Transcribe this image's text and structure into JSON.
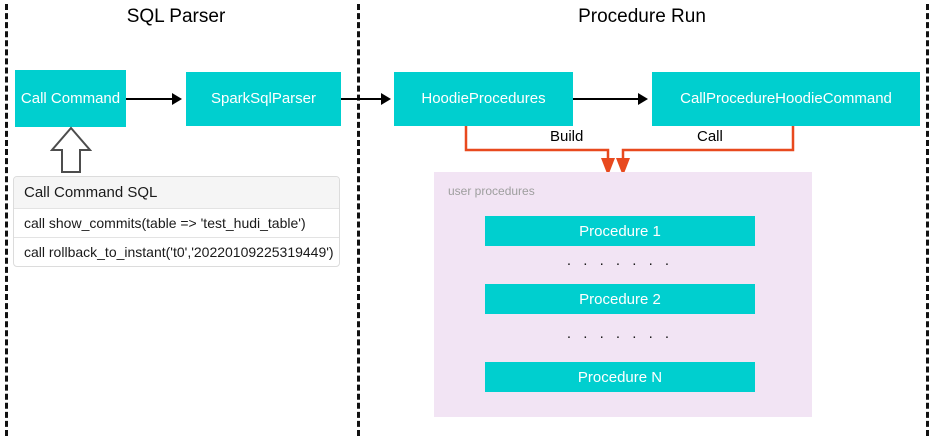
{
  "diagram": {
    "title_left": "SQL Parser",
    "title_right": "Procedure Run"
  },
  "sql_parser": {
    "nodes": {
      "call_command": "Call Command",
      "spark_sql_parser": "SparkSqlParser"
    },
    "sql_table": {
      "header": "Call Command SQL",
      "rows": [
        "call show_commits(table => 'test_hudi_table')",
        "call rollback_to_instant('t0','20220109225319449')"
      ]
    }
  },
  "procedure_run": {
    "nodes": {
      "hoodie_procedures": "HoodieProcedures",
      "call_procedure_hoodie_command": "CallProcedureHoodieCommand"
    },
    "edges": {
      "build": "Build",
      "call": "Call"
    },
    "panel": {
      "label": "user procedures",
      "procedures": [
        "Procedure 1",
        "Procedure 2",
        "Procedure N"
      ],
      "ellipsis": ". . . . . . ."
    }
  },
  "colors": {
    "node_fill": "#00CFCF",
    "node_text": "#FFFFFF",
    "panel_fill": "#F2E4F4",
    "edge_orange": "#E8491E",
    "edge_black": "#000000",
    "separator": "#111111"
  }
}
